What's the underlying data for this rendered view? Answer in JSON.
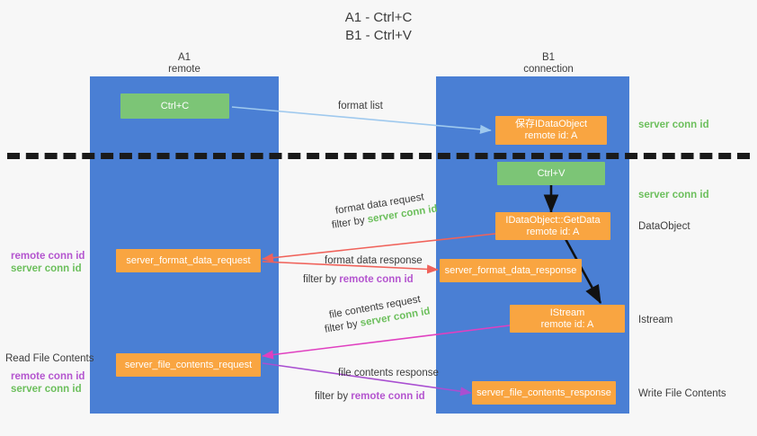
{
  "title": {
    "line1": "A1 - Ctrl+C",
    "line2": "B1 - Ctrl+V"
  },
  "colors": {
    "lane": "#4a7fd4",
    "orange": "#f9a541",
    "green_node": "#7cc576",
    "green_text": "#6cbf5c",
    "purple_text": "#b455cf",
    "arrow_blue": "#9fc9ee",
    "arrow_red": "#f0625a",
    "arrow_magenta": "#e040c0",
    "arrow_purple": "#a94fd1",
    "arrow_black": "#111111",
    "background": "#f7f7f7"
  },
  "lanes": [
    {
      "id": "a1",
      "title": "A1\nremote"
    },
    {
      "id": "b1",
      "title": "B1\nconnection"
    }
  ],
  "nodes": {
    "ctrl_c": {
      "l1": "Ctrl+C"
    },
    "save_idataobject": {
      "l1": "保存IDataObject",
      "l2": "remote id: A"
    },
    "ctrl_v": {
      "l1": "Ctrl+V"
    },
    "getdata": {
      "l1": "IDataObject::GetData",
      "l2": "remote id: A"
    },
    "istream": {
      "l1": "IStream",
      "l2": "remote id: A"
    },
    "server_format_data_request": {
      "l1": "server_format_data_request"
    },
    "server_format_data_response": {
      "l1": "server_format_data_response"
    },
    "server_file_contents_request": {
      "l1": "server_file_contents_request"
    },
    "server_file_contents_response": {
      "l1": "server_file_contents_response"
    }
  },
  "edge_labels": {
    "format_list": "format list",
    "format_data_request": "format data request",
    "format_data_response": "format data response",
    "file_contents_request": "file contents request",
    "file_contents_response": "file contents response",
    "filter_by": "filter by ",
    "server_conn_id": "server conn id",
    "remote_conn_id": "remote conn id"
  },
  "right_labels": {
    "server_conn_id_top": "server conn id",
    "server_conn_id_mid": "server conn id",
    "dataobject": "DataObject",
    "istream": "Istream",
    "write_file_contents": "Write File Contents"
  },
  "left_labels": {
    "remote_conn_id_1": "remote conn id",
    "server_conn_id_1": "server conn id",
    "read_file_contents": "Read File Contents",
    "remote_conn_id_2": "remote conn id",
    "server_conn_id_2": "server conn id"
  }
}
